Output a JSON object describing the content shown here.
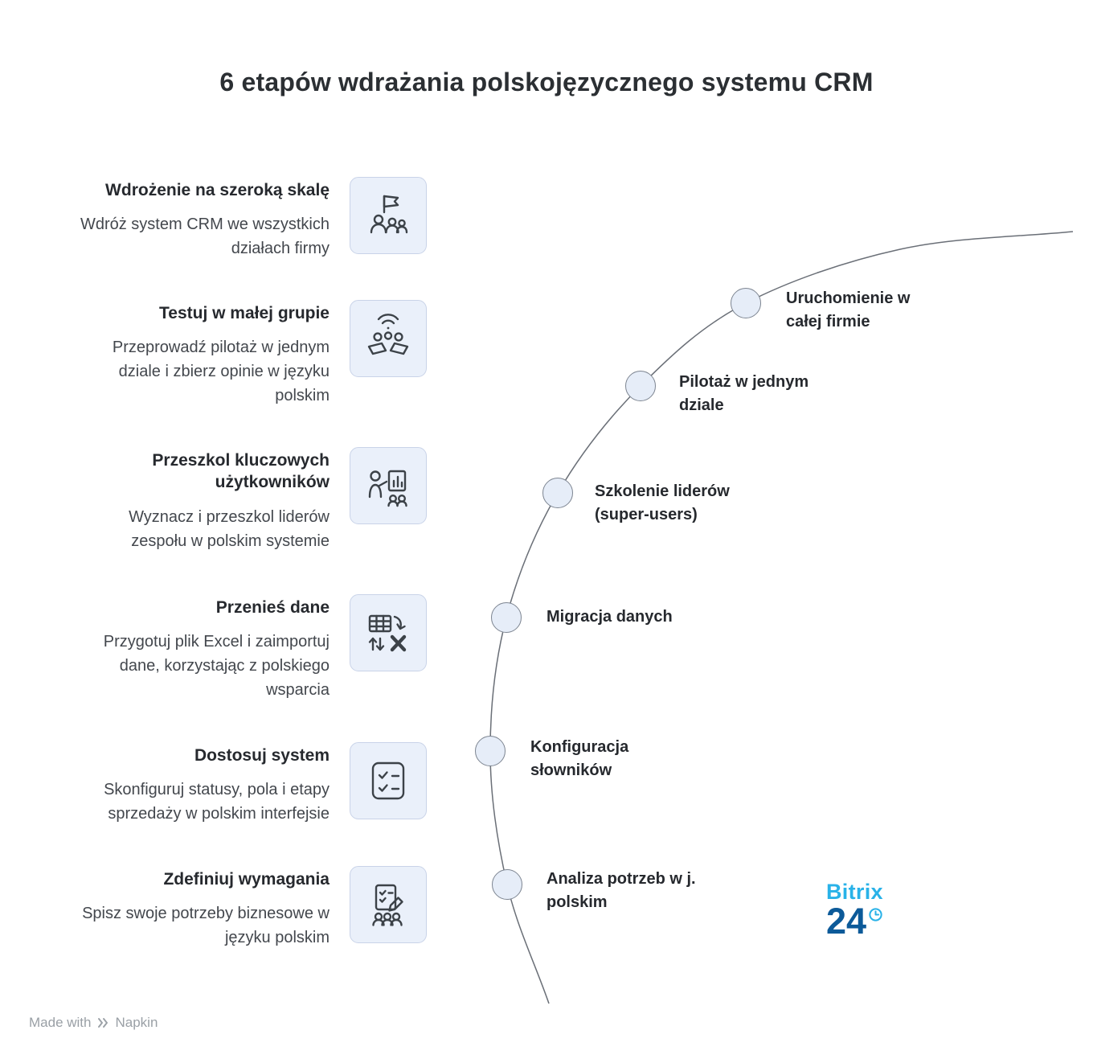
{
  "title": "6 etapów wdrażania polskojęzycznego systemu CRM",
  "stages": [
    {
      "heading": "Wdrożenie na szeroką skalę",
      "description": "Wdróż system CRM we wszystkich działach firmy",
      "icon": "team-flag-icon"
    },
    {
      "heading": "Testuj w małej grupie",
      "description": "Przeprowadź pilotaż w jednym dziale i zbierz opinie w języku polskim",
      "icon": "pilot-group-icon"
    },
    {
      "heading": "Przeszkol kluczowych użytkowników",
      "description": "Wyznacz i przeszkol liderów zespołu w polskim systemie",
      "icon": "trainer-presentation-icon"
    },
    {
      "heading": "Przenieś dane",
      "description": "Przygotuj plik Excel i zaimportuj dane, korzystając z polskiego wsparcia",
      "icon": "excel-import-icon"
    },
    {
      "heading": "Dostosuj system",
      "description": "Skonfiguruj statusy, pola i etapy sprzedaży w polskim interfejsie",
      "icon": "checklist-icon"
    },
    {
      "heading": "Zdefiniuj wymagania",
      "description": "Spisz swoje potrzeby biznesowe w języku polskim",
      "icon": "document-edit-icon"
    }
  ],
  "timeline": [
    {
      "label": "Uruchomienie w\ncałej firmie"
    },
    {
      "label": "Pilotaż w jednym\ndziale"
    },
    {
      "label": "Szkolenie liderów\n(super-users)"
    },
    {
      "label": "Migracja danych"
    },
    {
      "label": "Konfiguracja\nsłowników"
    },
    {
      "label": "Analiza potrzeb w j.\npolskim"
    }
  ],
  "logo": {
    "line1": "Bitrix",
    "line2": "24"
  },
  "footer": {
    "made_with": "Made with",
    "brand": "Napkin"
  },
  "colors": {
    "bitrix_light_blue": "#29b2e8",
    "bitrix_dark_blue": "#0c5a99",
    "icon_box_fill": "#eaf0fa",
    "node_fill": "#e6edf8",
    "arc_stroke": "#6a6f77",
    "text_dark": "#26292e",
    "text_muted": "#43474d"
  }
}
